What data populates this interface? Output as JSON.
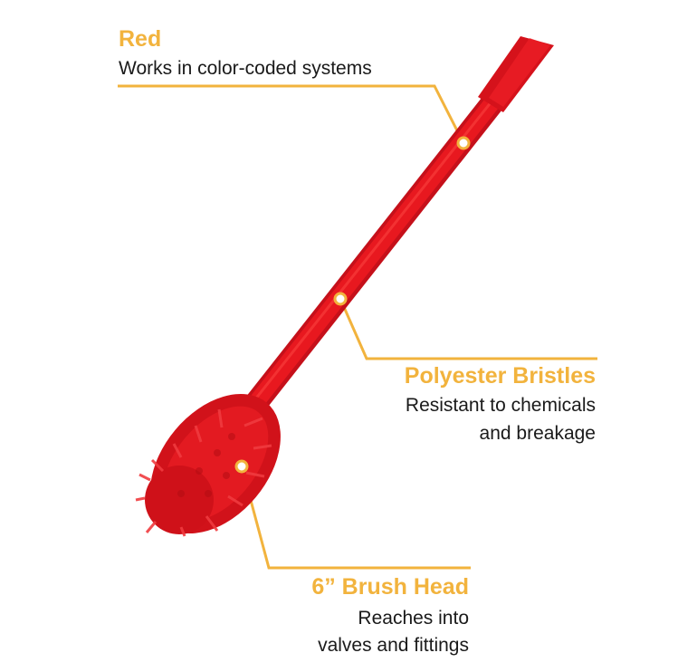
{
  "colors": {
    "accent": "#f2b33d",
    "brush_red": "#e3141b",
    "text": "#1a1a1a",
    "background": "#ffffff"
  },
  "callouts": {
    "red": {
      "title": "Red",
      "description": "Works in color-coded systems"
    },
    "bristles": {
      "title": "Polyester Bristles",
      "description_line1": "Resistant to chemicals",
      "description_line2": "and breakage"
    },
    "head": {
      "title": "6” Brush Head",
      "description_line1": "Reaches into",
      "description_line2": "valves and fittings"
    }
  },
  "product": {
    "subject": "red-valve-brush"
  }
}
